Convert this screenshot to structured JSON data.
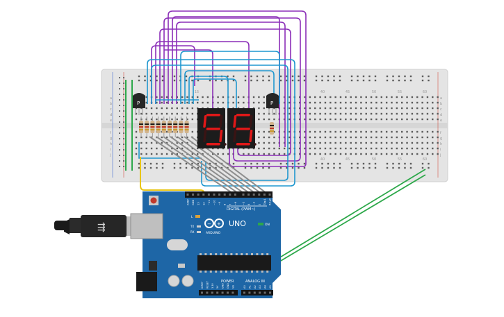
{
  "breadboard": {
    "top_column_numbers": [
      "15",
      "40",
      "45",
      "50",
      "55",
      "60"
    ],
    "bottom_column_numbers": [
      "40",
      "45",
      "50",
      "55",
      "60"
    ],
    "left_row_letters_top": [
      "a",
      "b",
      "c",
      "d",
      "e"
    ],
    "left_row_letters_bottom": [
      "f",
      "g",
      "h",
      "i",
      "j"
    ],
    "right_row_letters_top": [
      "a",
      "b",
      "c",
      "d",
      "e"
    ],
    "right_row_letters_bottom": [
      "f",
      "g",
      "h",
      "i",
      "j"
    ]
  },
  "transistors": {
    "left_label": "P",
    "right_label": "P"
  },
  "displays": {
    "left_digit": "5",
    "right_digit": "5",
    "segment_color": "#e01818"
  },
  "arduino": {
    "logo_text": "ARDUINO",
    "model": "UNO",
    "digital_header": "DIGITAL (PWM~)",
    "power_header": "POWER",
    "analog_header": "ANALOG IN",
    "top_pin_labels": [
      "AREF",
      "GND",
      "13",
      "12",
      "~11",
      "~10",
      "~9",
      "8",
      "7",
      "~6",
      "~5",
      "4",
      "~3",
      "2",
      "TX►1",
      "RX◄0"
    ],
    "power_pin_labels": [
      "IOREF",
      "RESET",
      "3.3V",
      "5V",
      "GND",
      "GND",
      "Vin"
    ],
    "analog_pin_labels": [
      "A0",
      "A1",
      "A2",
      "A3",
      "A4",
      "A5"
    ],
    "led_labels": {
      "l": "L",
      "tx": "TX",
      "rx": "RX",
      "on": "ON"
    },
    "board_color": "#1e66a6"
  },
  "wire_colors": {
    "purple": "#8b2fb8",
    "blue": "#1f97cf",
    "gray": "#8d8d8d",
    "yellow": "#e8c517",
    "green": "#2da84a"
  }
}
